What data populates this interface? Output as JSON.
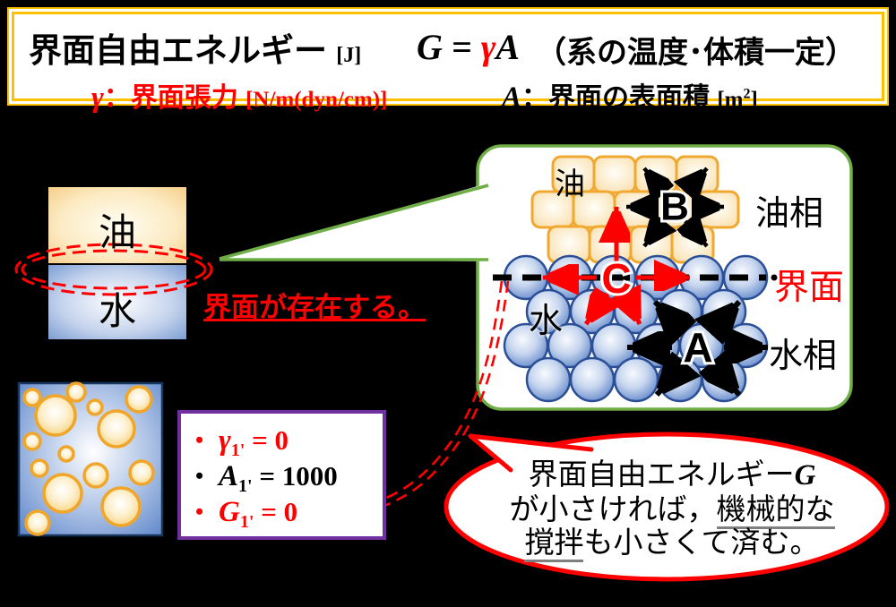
{
  "header": {
    "title": "界面自由エネルギー",
    "title_unit": "[J]",
    "formula": {
      "g": "G",
      "eq": " = ",
      "gamma": "γ",
      "a": "A"
    },
    "note": "（系の温度･体積一定）",
    "gamma_def": {
      "symbol": "γ",
      "colon": "：",
      "label": "界面張力",
      "unit": "[N/m(dyn/cm)]"
    },
    "area_def": {
      "symbol": "A",
      "colon": "：",
      "label": "界面の表面積",
      "unit_open": "[m",
      "unit_sup": "2",
      "unit_close": "]"
    }
  },
  "left_diagram": {
    "oil": "油",
    "water": "水",
    "caption": "界面が存在する。"
  },
  "molecule_diagram": {
    "oil": "油",
    "oil_phase": "油相",
    "interface": "界面",
    "water": "水",
    "water_phase": "水相",
    "letter_a": "A",
    "letter_b": "B",
    "letter_c": "C"
  },
  "equations": {
    "items": [
      {
        "bullet": "•",
        "symbol": "γ",
        "sub": "1'",
        "value": " = 0",
        "color": "#FF0000"
      },
      {
        "bullet": "•",
        "symbol": "A",
        "sub": "1'",
        "value": " = 1000",
        "color": "#000000"
      },
      {
        "bullet": "•",
        "symbol": "G",
        "sub": "1'",
        "value": " = 0",
        "color": "#FF0000"
      }
    ]
  },
  "bubble": {
    "line1": "界面自由エネルギー",
    "line1_italic": "G",
    "line2": "が小さければ，",
    "line2_underlined": "機械的な",
    "line3_underlined": "撹拌",
    "line3": "も小さくて済む。"
  },
  "colors": {
    "background": "#000000",
    "header_border": "#FFC000",
    "accent_red": "#FF0000",
    "callout_green": "#6FAE46",
    "equation_border_purple": "#7030A0",
    "oil_gold": "#F0A830",
    "water_blue": "#2E5597",
    "underline_gray": "#7F7F7F"
  }
}
